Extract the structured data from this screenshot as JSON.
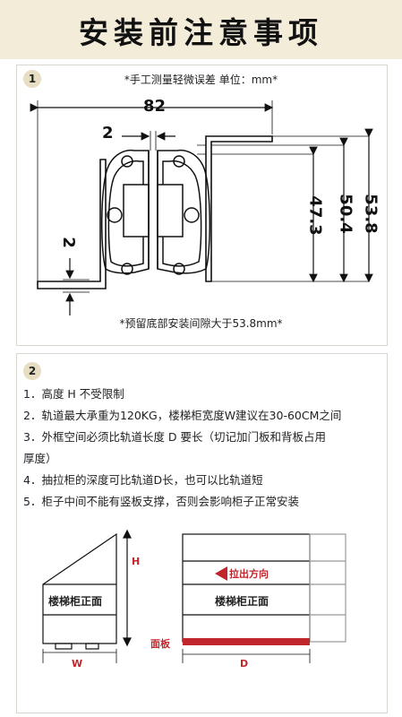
{
  "header": {
    "title": "安装前注意事项"
  },
  "section1": {
    "badge": "1",
    "note_top": "*手工测量轻微误差 单位：mm*",
    "note_bottom": "*预留底部安装间隙大于53.8mm*",
    "dims": {
      "width": "82",
      "gap": "2",
      "base": "2",
      "h1": "47.3",
      "h2": "50.4",
      "h3": "53.8"
    }
  },
  "section2": {
    "badge": "2",
    "items": [
      "1．高度 H 不受限制",
      "2．轨道最大承重为120KG，楼梯柜宽度W建议在30-60CM之间",
      "3．外框空间必须比轨道长度 D 要长（切记加门板和背板占用",
      "厚度）",
      "4．抽拉柜的深度可比轨道D长，也可以比轨道短",
      "5．柜子中间不能有竖板支撑，否则会影响柜子正常安装"
    ],
    "diagram": {
      "left_front": "楼梯柜正面",
      "h_label": "H",
      "w_label": "W",
      "right_front": "楼梯柜正面",
      "pull_direction": "拉出方向",
      "panel_label": "面板",
      "d_label": "D",
      "accent": "#c0272d"
    }
  }
}
